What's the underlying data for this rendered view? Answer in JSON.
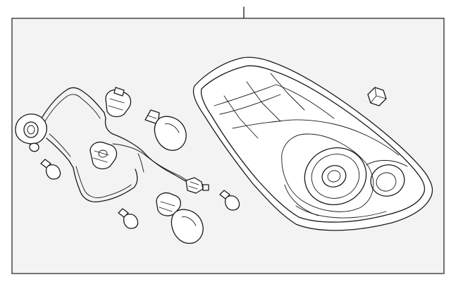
{
  "diagram": {
    "parts": [
      "leader-line",
      "assembly-frame",
      "tail-lamp-housing",
      "wiring-harness",
      "harness-connector",
      "bulb-socket-upper",
      "bulb-socket-left",
      "bulb-socket-mid",
      "large-bulb-upper",
      "large-bulb-lower",
      "small-bulb-left",
      "small-bulb-lower-left",
      "small-bulb-right",
      "hex-nut"
    ]
  }
}
